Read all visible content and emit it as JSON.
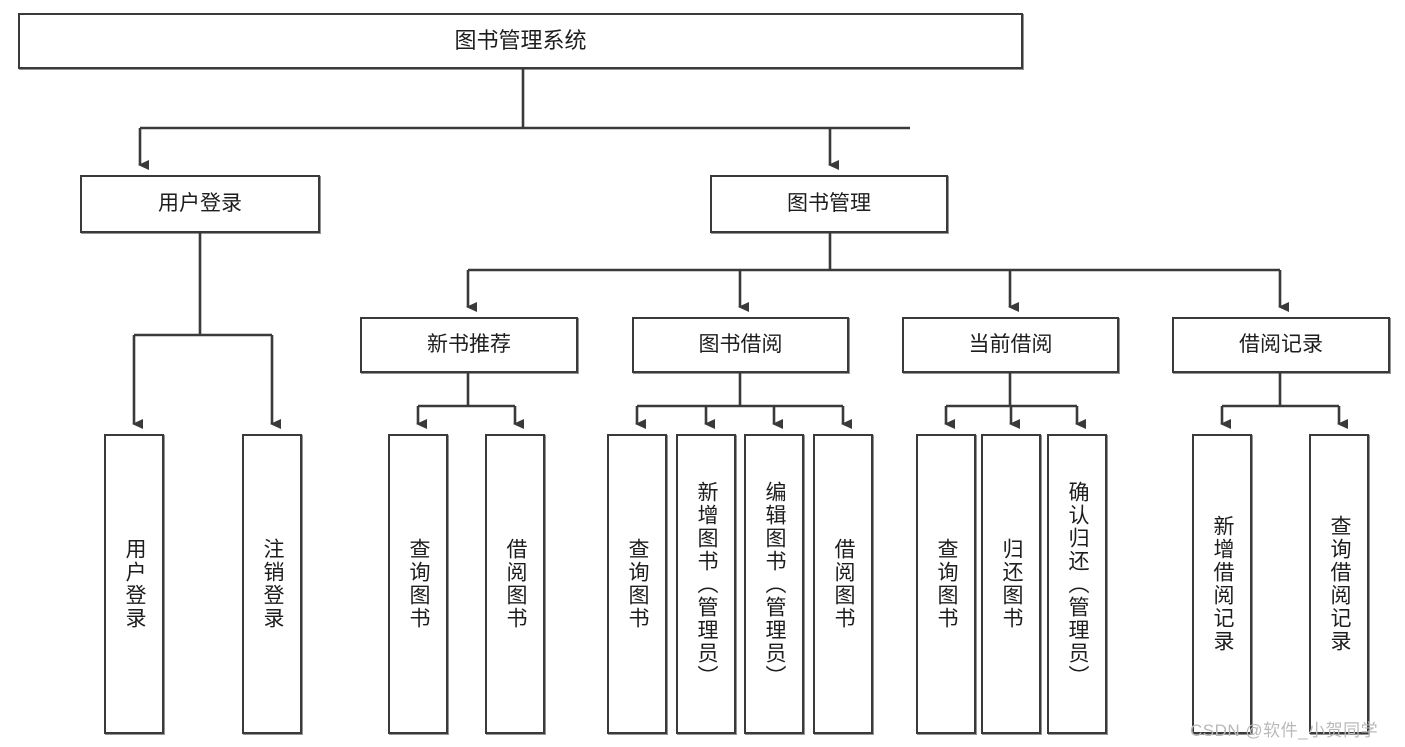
{
  "diagram": {
    "title": "图书管理系统",
    "type": "tree-hierarchy",
    "root": {
      "id": "root",
      "label": "图书管理系统"
    },
    "level2": [
      {
        "id": "user-login",
        "label": "用户登录"
      },
      {
        "id": "book-manage",
        "label": "图书管理"
      }
    ],
    "level3": [
      {
        "id": "new-book-rec",
        "label": "新书推荐"
      },
      {
        "id": "book-borrow",
        "label": "图书借阅"
      },
      {
        "id": "current-borrow",
        "label": "当前借阅"
      },
      {
        "id": "borrow-record",
        "label": "借阅记录"
      }
    ],
    "leaves": {
      "user_login": [
        {
          "id": "leaf-user-login",
          "label": "用户登录"
        },
        {
          "id": "leaf-logout-login",
          "label": "注销登录"
        }
      ],
      "new_book_rec": [
        {
          "id": "leaf-query-book-1",
          "label": "查询图书"
        },
        {
          "id": "leaf-borrow-book-1",
          "label": "借阅图书"
        }
      ],
      "book_borrow": [
        {
          "id": "leaf-query-book-2",
          "label": "查询图书"
        },
        {
          "id": "leaf-add-book",
          "label": "新增图书（管理员）"
        },
        {
          "id": "leaf-edit-book",
          "label": "编辑图书（管理员）"
        },
        {
          "id": "leaf-borrow-book-2",
          "label": "借阅图书"
        }
      ],
      "current_borrow": [
        {
          "id": "leaf-query-book-3",
          "label": "查询图书"
        },
        {
          "id": "leaf-return-book",
          "label": "归还图书"
        },
        {
          "id": "leaf-confirm-return",
          "label": "确认归还（管理员）"
        }
      ],
      "borrow_record": [
        {
          "id": "leaf-add-record",
          "label": "新增借阅记录"
        },
        {
          "id": "leaf-query-record",
          "label": "查询借阅记录"
        }
      ]
    },
    "watermark": "CSDN @软件_小贺同学",
    "colors": {
      "stroke": "#3a3a3a",
      "fill": "#ffffff",
      "text": "#1d1d1d",
      "watermark": "#b9b9b9"
    }
  }
}
